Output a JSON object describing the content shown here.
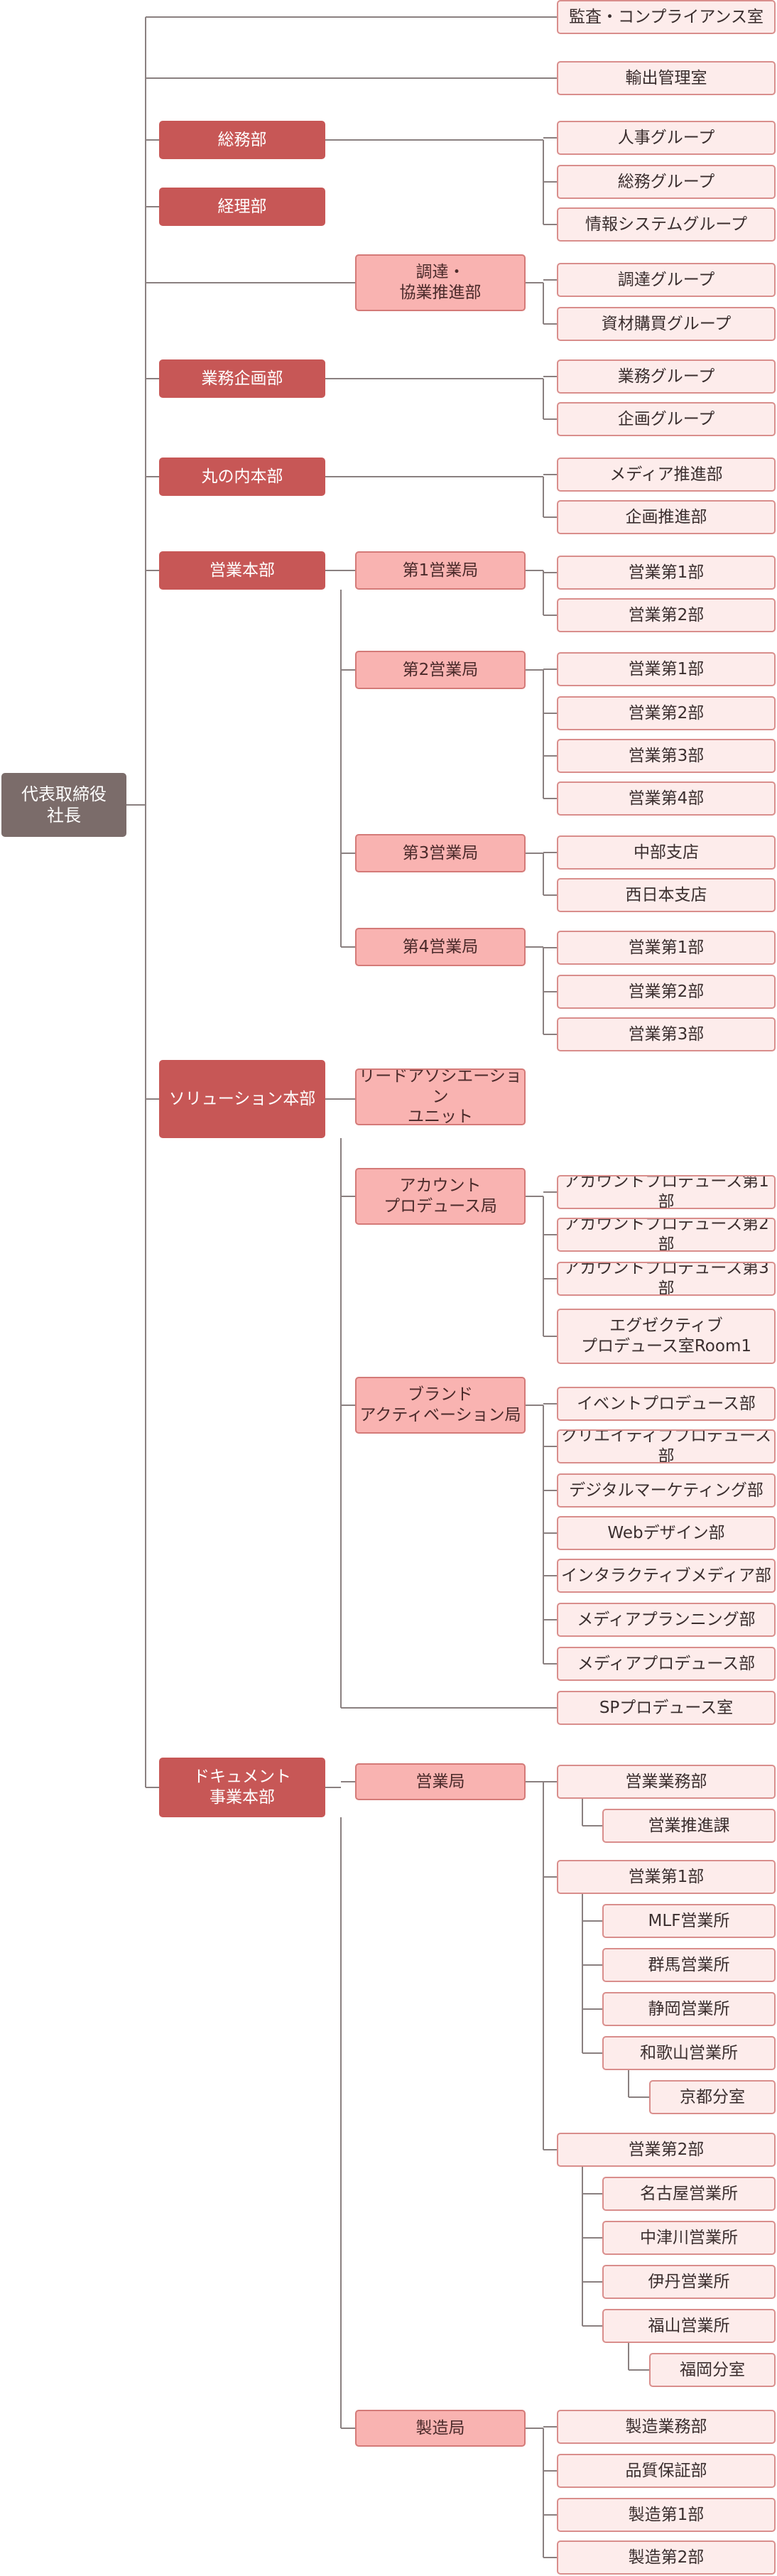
{
  "colors": {
    "line": "#8a8080",
    "root": "#7b6c6a",
    "level1": "#c75756",
    "level2": "#f9b3b1",
    "level3": "#fdeceb"
  },
  "root": {
    "label": "代表取締役\n社長"
  },
  "direct": [
    {
      "label": "監査・コンプライアンス室"
    },
    {
      "label": "輸出管理室"
    }
  ],
  "divisions": [
    {
      "label": "総務部",
      "children": [
        {
          "label": "人事グループ"
        },
        {
          "label": "総務グループ"
        },
        {
          "label": "情報システムグループ"
        }
      ]
    },
    {
      "label": "経理部"
    },
    {
      "bureaus": [
        {
          "label": "調達・\n協業推進部",
          "children": [
            {
              "label": "調達グループ"
            },
            {
              "label": "資材購買グループ"
            }
          ]
        }
      ]
    },
    {
      "label": "業務企画部",
      "children": [
        {
          "label": "業務グループ"
        },
        {
          "label": "企画グループ"
        }
      ]
    },
    {
      "label": "丸の内本部",
      "children": [
        {
          "label": "メディア推進部"
        },
        {
          "label": "企画推進部"
        }
      ]
    },
    {
      "label": "営業本部",
      "bureaus": [
        {
          "label": "第1営業局",
          "children": [
            {
              "label": "営業第1部"
            },
            {
              "label": "営業第2部"
            }
          ]
        },
        {
          "label": "第2営業局",
          "children": [
            {
              "label": "営業第1部"
            },
            {
              "label": "営業第2部"
            },
            {
              "label": "営業第3部"
            },
            {
              "label": "営業第4部"
            }
          ]
        },
        {
          "label": "第3営業局",
          "children": [
            {
              "label": "中部支店"
            },
            {
              "label": "西日本支店"
            }
          ]
        },
        {
          "label": "第4営業局",
          "children": [
            {
              "label": "営業第1部"
            },
            {
              "label": "営業第2部"
            },
            {
              "label": "営業第3部"
            }
          ]
        }
      ]
    },
    {
      "label": "ソリューション本部",
      "bureaus": [
        {
          "label": "リードアソシエーション\nユニット"
        },
        {
          "label": "アカウント\nプロデュース局",
          "children": [
            {
              "label": "アカウントプロデュース第1部"
            },
            {
              "label": "アカウントプロデュース第2部"
            },
            {
              "label": "アカウントプロデュース第3部"
            },
            {
              "label": "エグゼクティブ\nプロデュース室Room1"
            }
          ]
        },
        {
          "label": "ブランド\nアクティベーション局",
          "children": [
            {
              "label": "イベントプロデュース部"
            },
            {
              "label": "クリエイティブプロデュース部"
            },
            {
              "label": "デジタルマーケティング部"
            },
            {
              "label": "Webデザイン部"
            },
            {
              "label": "インタラクティブメディア部"
            },
            {
              "label": "メディアプランニング部"
            },
            {
              "label": "メディアプロデュース部"
            }
          ]
        }
      ],
      "direct": [
        {
          "label": "SPプロデュース室"
        }
      ]
    },
    {
      "label": "ドキュメント\n事業本部",
      "bureaus": [
        {
          "label": "営業局",
          "children": [
            {
              "label": "営業業務部",
              "children": [
                {
                  "label": "営業推進課"
                }
              ]
            },
            {
              "label": "営業第1部",
              "children": [
                {
                  "label": "MLF営業所"
                },
                {
                  "label": "群馬営業所"
                },
                {
                  "label": "静岡営業所"
                },
                {
                  "label": "和歌山営業所",
                  "children": [
                    {
                      "label": "京都分室"
                    }
                  ]
                }
              ]
            },
            {
              "label": "営業第2部",
              "children": [
                {
                  "label": "名古屋営業所"
                },
                {
                  "label": "中津川営業所"
                },
                {
                  "label": "伊丹営業所"
                },
                {
                  "label": "福山営業所",
                  "children": [
                    {
                      "label": "福岡分室"
                    }
                  ]
                }
              ]
            }
          ]
        },
        {
          "label": "製造局",
          "children": [
            {
              "label": "製造業務部"
            },
            {
              "label": "品質保証部"
            },
            {
              "label": "製造第1部"
            },
            {
              "label": "製造第2部"
            }
          ]
        }
      ]
    }
  ]
}
